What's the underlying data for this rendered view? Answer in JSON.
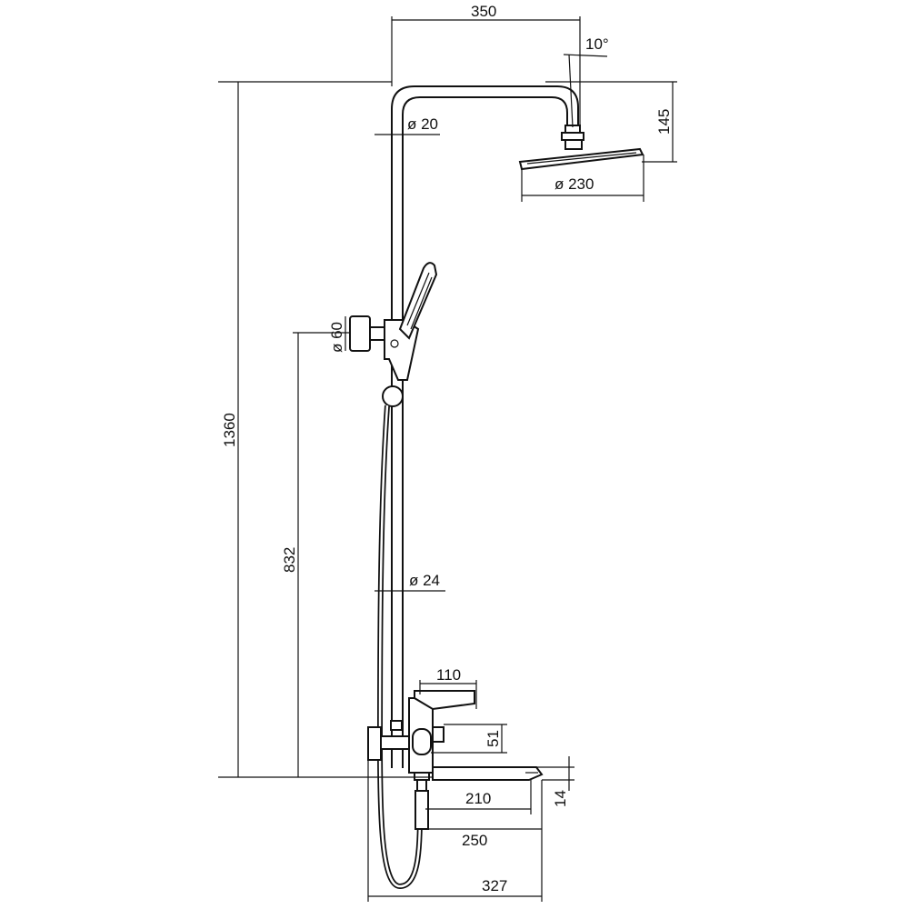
{
  "drawing": {
    "colors": {
      "line": "#111111",
      "background": "#ffffff"
    },
    "dimensions": {
      "arm_length": "350",
      "head_tilt": "10°",
      "pipe_upper_diameter": "ø 20",
      "head_height": "145",
      "head_diameter": "ø 230",
      "holder_diameter": "ø 60",
      "total_height": "1360",
      "holder_height": "832",
      "pipe_lower_diameter": "ø 24",
      "lever_length": "110",
      "mixer_offset": "51",
      "spout_210": "210",
      "spout_thickness": "14",
      "spout_250": "250",
      "total_depth": "327"
    }
  }
}
